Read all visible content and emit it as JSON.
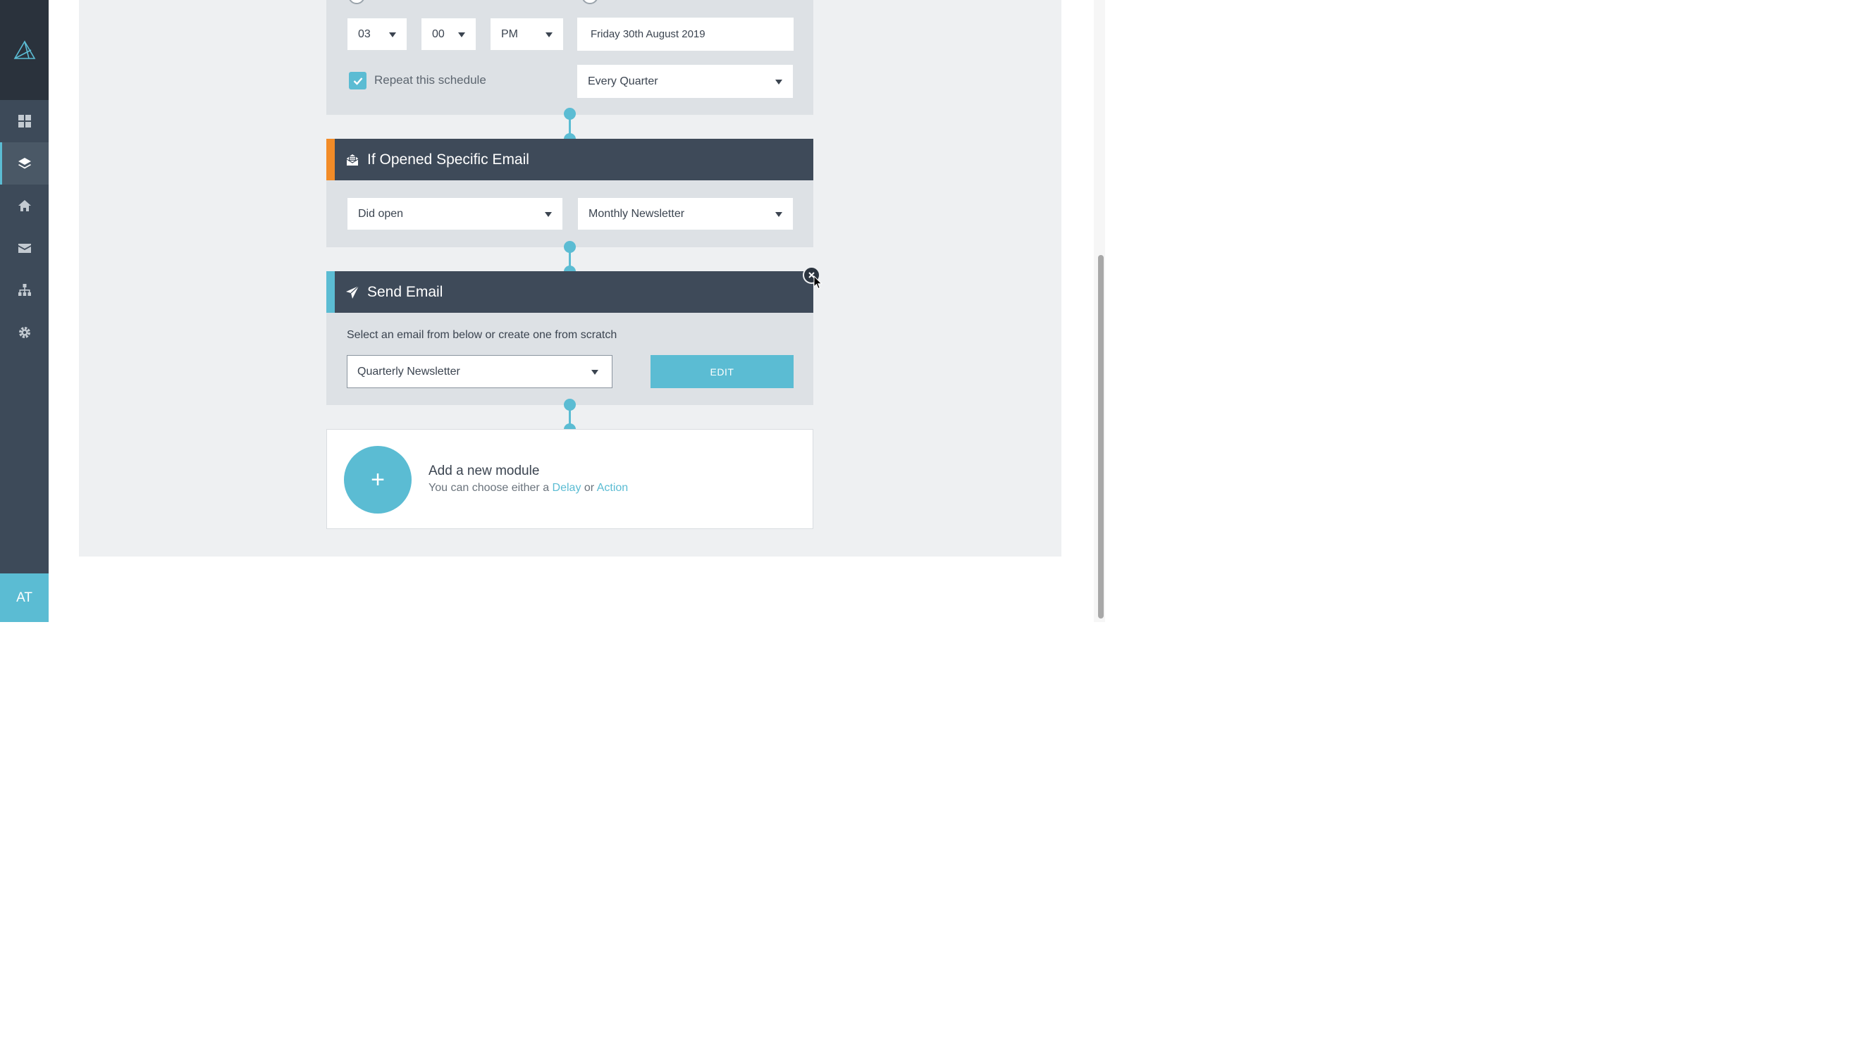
{
  "sidebar": {
    "avatar_initials": "AT",
    "items": [
      {
        "icon": "grid-icon"
      },
      {
        "icon": "layers-icon",
        "active": true
      },
      {
        "icon": "home-icon"
      },
      {
        "icon": "mail-icon"
      },
      {
        "icon": "sitemap-icon"
      },
      {
        "icon": "gear-icon"
      }
    ]
  },
  "schedule": {
    "hour": "03",
    "minute": "00",
    "period": "PM",
    "date": "Friday 30th August 2019",
    "repeat_label": "Repeat this schedule",
    "repeat_checked": true,
    "repeat_frequency": "Every Quarter"
  },
  "condition_module": {
    "title": "If Opened Specific Email",
    "accent_color": "#f28c28",
    "condition": "Did open",
    "email": "Monthly Newsletter"
  },
  "send_module": {
    "title": "Send Email",
    "accent_color": "#5bbcd3",
    "instruction": "Select an email from below or create one from scratch",
    "selected_email": "Quarterly Newsletter",
    "edit_label": "EDIT"
  },
  "add_module": {
    "plus": "+",
    "title": "Add a new module",
    "subtitle_prefix": "You can choose either a",
    "delay_link": "Delay",
    "or_text": "or",
    "action_link": "Action"
  },
  "colors": {
    "accent": "#5bbcd3",
    "sidebar": "#3d4a59",
    "header": "#3e4a59"
  }
}
